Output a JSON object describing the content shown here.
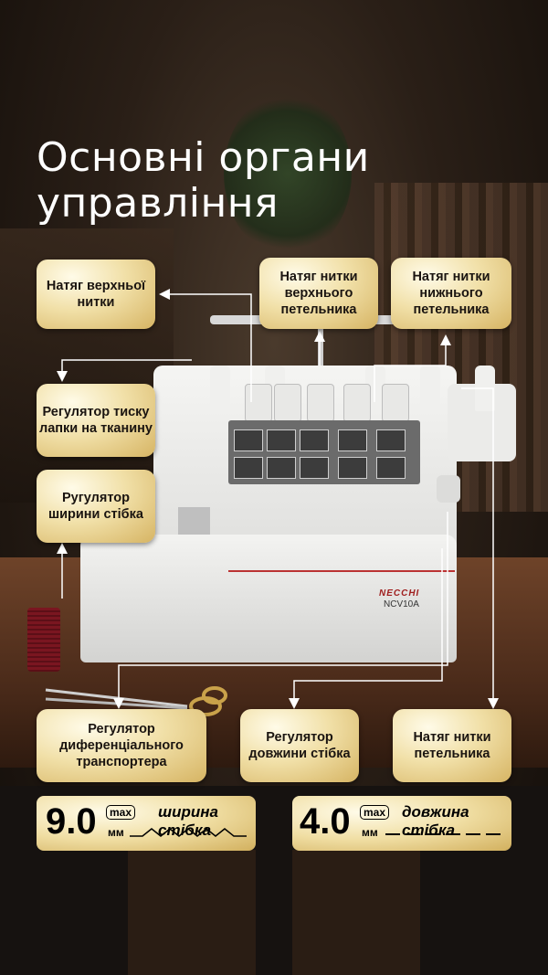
{
  "title": "Основні органи управління",
  "brand": {
    "logo": "NECCHI",
    "model": "NCV10A"
  },
  "callouts": {
    "upper_thread_tension": "Натяг верхньої нитки",
    "upper_looper_tension": "Натяг нитки верхнього петельника",
    "lower_looper_tension": "Натяг нитки нижнього петельника",
    "presser_foot_pressure": "Регулятор тиску лапки на тканину",
    "stitch_width_regulator": "Ругулятор ширини стібка",
    "differential_feed_regulator": "Регулятор диференціального транспортера",
    "stitch_length_regulator": "Регулятор довжини стібка",
    "looper_thread_tension": "Натяг нитки петельника"
  },
  "specs": {
    "width": {
      "value": "9.0",
      "max": "max",
      "unit": "мм",
      "label": "ширина стібка"
    },
    "length": {
      "value": "4.0",
      "max": "max",
      "unit": "мм",
      "label": "довжина стібка"
    }
  },
  "colors": {
    "gold": "#f1e0a8",
    "line": "#ffffff",
    "accent": "#a02020"
  }
}
